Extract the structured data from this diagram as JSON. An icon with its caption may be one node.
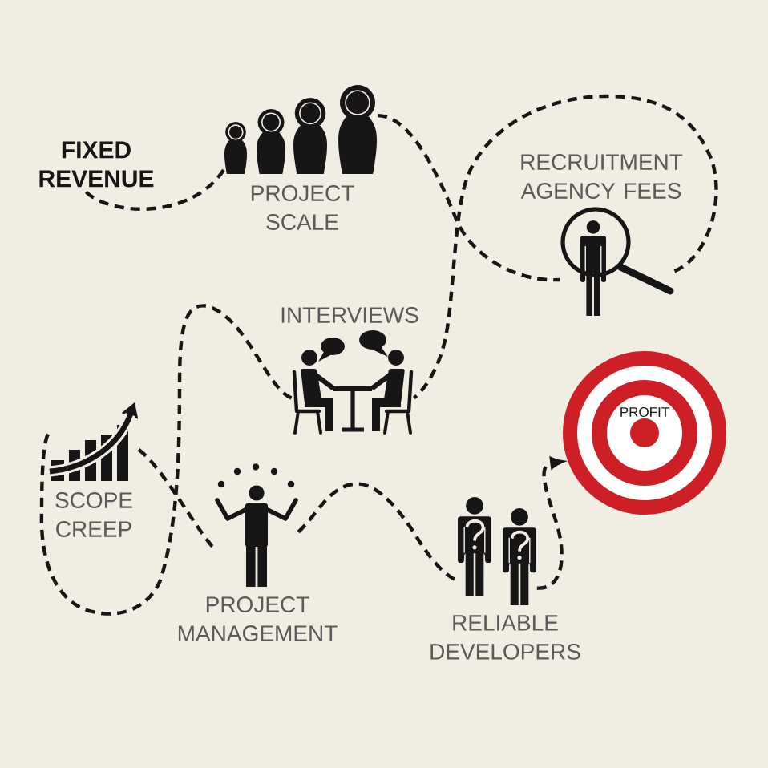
{
  "diagram": {
    "nodes": [
      {
        "text": [
          "FIXED REVENUE"
        ]
      },
      {
        "text": [
          "PROJECT SCALE"
        ]
      },
      {
        "text": [
          "RECRUITMENT AGENCY FEES"
        ]
      },
      {
        "text": [
          "INTERVIEWS"
        ]
      },
      {
        "text": [
          "SCOPE CREEP"
        ]
      },
      {
        "text": [
          "PROJECT MANAGEMENT"
        ]
      },
      {
        "text": [
          "RELIABLE DEVELOPERS"
        ]
      },
      {
        "text": [
          "PROFIT"
        ]
      }
    ],
    "edges": [
      {
        "from": 0,
        "to": 1,
        "arrow": "none",
        "style": "dashed"
      },
      {
        "from": 1,
        "to": 2,
        "arrow": "none",
        "style": "dashed"
      },
      {
        "from": 2,
        "to": 3,
        "arrow": "none",
        "style": "dashed"
      },
      {
        "from": 3,
        "to": 4,
        "arrow": "none",
        "style": "dashed"
      },
      {
        "from": 4,
        "to": 5,
        "arrow": "none",
        "style": "dashed"
      },
      {
        "from": 5,
        "to": 6,
        "arrow": "none",
        "style": "dashed"
      },
      {
        "from": 6,
        "to": 7,
        "arrow": "to",
        "style": "dashed"
      }
    ]
  }
}
